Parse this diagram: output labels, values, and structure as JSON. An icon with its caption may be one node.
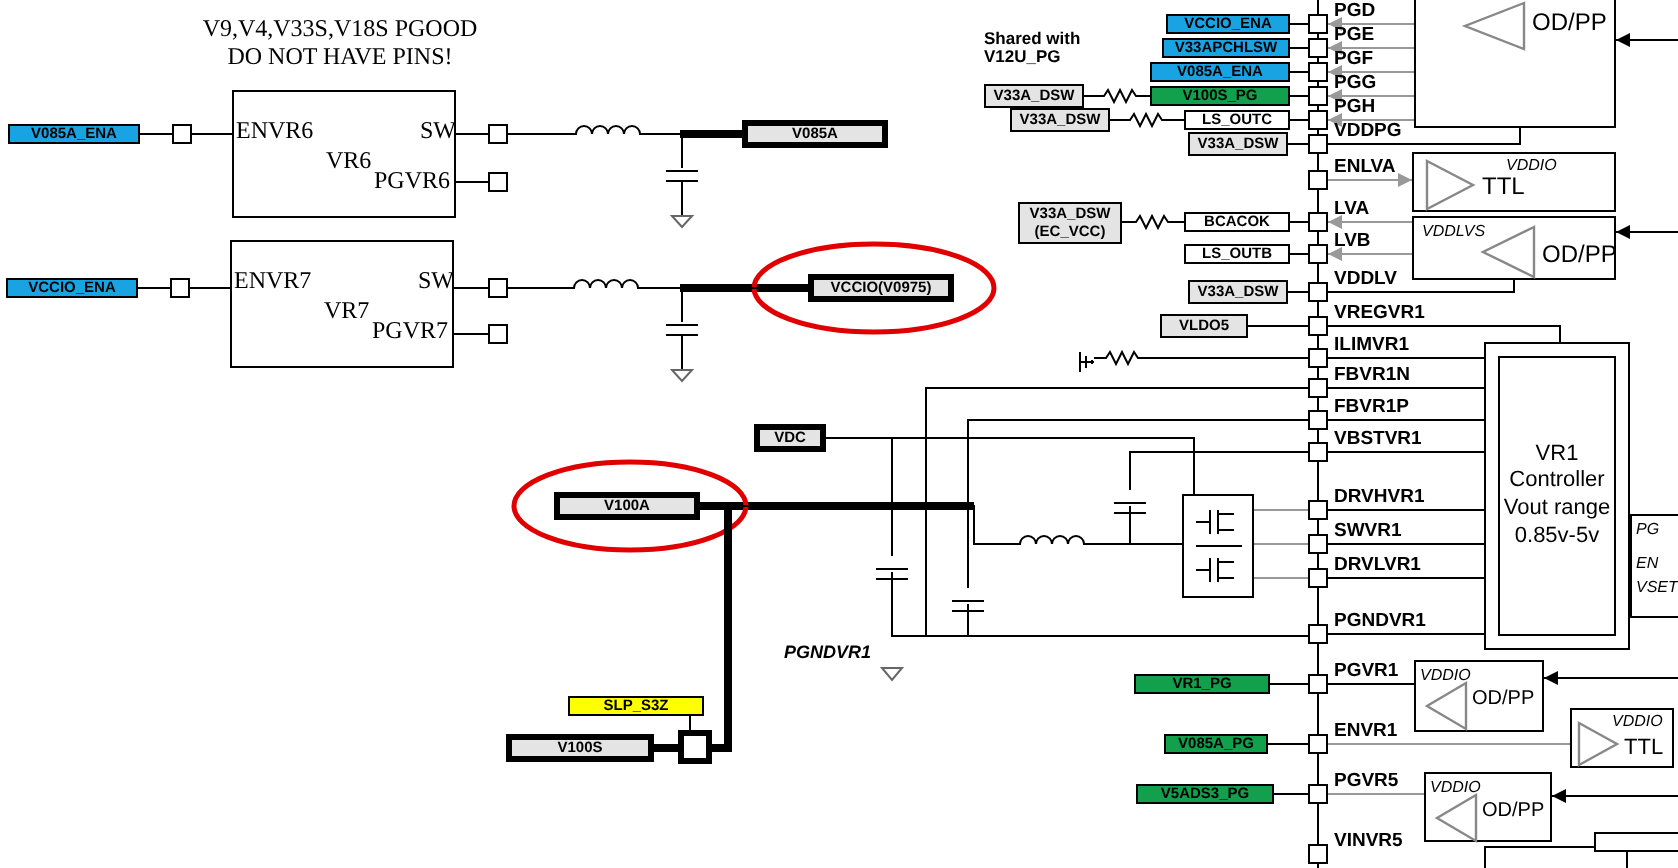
{
  "diagram": {
    "nodes": [
      {
        "text": [
          "ENVR6",
          "VR6",
          "SW",
          "PGVR6"
        ]
      },
      {
        "text": [
          "ENVR7",
          "VR7",
          "SW",
          "PGVR7"
        ]
      },
      {
        "text": [
          "V085A_ENA"
        ]
      },
      {
        "text": [
          "VCCIO_ENA"
        ]
      },
      {
        "text": [],
        "shape": "box"
      },
      {
        "text": [],
        "shape": "box"
      },
      {
        "text": [],
        "shape": "box"
      },
      {
        "text": [],
        "shape": "box"
      },
      {
        "text": [],
        "shape": "box"
      },
      {
        "text": [],
        "shape": "box"
      },
      {
        "text": [
          "V085A"
        ]
      },
      {
        "text": [
          "VCCIO(V0975)"
        ]
      },
      {
        "text": [
          "VDC"
        ]
      },
      {
        "text": [
          "V100A"
        ]
      },
      {
        "text": [
          "SLP_S3Z"
        ]
      },
      {
        "text": [
          "V100S"
        ]
      },
      {
        "text": [],
        "shape": "box"
      },
      {
        "text": [],
        "shape": "box",
        "beside": [
          "PGD"
        ]
      },
      {
        "text": [],
        "shape": "box",
        "beside": [
          "PGE"
        ]
      },
      {
        "text": [],
        "shape": "box",
        "beside": [
          "PGF"
        ]
      },
      {
        "text": [],
        "shape": "box",
        "beside": [
          "PGG"
        ]
      },
      {
        "text": [],
        "shape": "box",
        "beside": [
          "PGH"
        ]
      },
      {
        "text": [],
        "shape": "box",
        "beside": [
          "VDDPG"
        ]
      },
      {
        "text": [],
        "shape": "box",
        "beside": [
          "ENLVA"
        ]
      },
      {
        "text": [],
        "shape": "box",
        "beside": [
          "LVA"
        ]
      },
      {
        "text": [],
        "shape": "box",
        "beside": [
          "LVB"
        ]
      },
      {
        "text": [],
        "shape": "box",
        "beside": [
          "VDDLV"
        ]
      },
      {
        "text": [],
        "shape": "box",
        "beside": [
          "VREGVR1"
        ]
      },
      {
        "text": [],
        "shape": "box",
        "beside": [
          "ILIMVR1"
        ]
      },
      {
        "text": [],
        "shape": "box",
        "beside": [
          "FBVR1N"
        ]
      },
      {
        "text": [],
        "shape": "box",
        "beside": [
          "FBVR1P"
        ]
      },
      {
        "text": [],
        "shape": "box",
        "beside": [
          "VBSTVR1"
        ]
      },
      {
        "text": [],
        "shape": "box",
        "beside": [
          "DRVHVR1"
        ]
      },
      {
        "text": [],
        "shape": "box",
        "beside": [
          "SWVR1"
        ]
      },
      {
        "text": [],
        "shape": "box",
        "beside": [
          "DRVLVR1"
        ]
      },
      {
        "text": [],
        "shape": "box",
        "beside": [
          "PGNDVR1"
        ]
      },
      {
        "text": [],
        "shape": "box",
        "beside": [
          "PGVR1"
        ]
      },
      {
        "text": [],
        "shape": "box",
        "beside": [
          "ENVR1"
        ]
      },
      {
        "text": [],
        "shape": "box",
        "beside": [
          "PGVR5"
        ]
      },
      {
        "text": [],
        "shape": "box",
        "beside": [
          "VINVR5"
        ]
      },
      {
        "text": [
          "VCCIO_ENA"
        ]
      },
      {
        "text": [
          "V33APCHLSW"
        ]
      },
      {
        "text": [
          "V085A_ENA"
        ]
      },
      {
        "text": [
          "V100S_PG"
        ]
      },
      {
        "text": [
          "LS_OUTC"
        ]
      },
      {
        "text": [
          "V33A_DSW"
        ]
      },
      {
        "text": [
          "V33A_DSW"
        ]
      },
      {
        "text": [
          "V33A_DSW"
        ]
      },
      {
        "text": [
          "V33A_DSW (EC_VCC)"
        ]
      },
      {
        "text": [
          "BCACOK"
        ]
      },
      {
        "text": [
          "LS_OUTB"
        ]
      },
      {
        "text": [
          "V33A_DSW"
        ]
      },
      {
        "text": [
          "VLDO5"
        ]
      },
      {
        "text": [
          "VR1_PG"
        ]
      },
      {
        "text": [
          "V085A_PG"
        ]
      },
      {
        "text": [
          "V5ADS3_PG"
        ]
      },
      {
        "text": [
          "OD/PP"
        ]
      },
      {
        "text": [
          "VDDIO",
          "TTL"
        ]
      },
      {
        "text": [
          "VDDLVS",
          "OD/PP"
        ]
      },
      {
        "text": [
          "VR1 Controller Vout range 0.85v-5v"
        ]
      },
      {
        "text": [
          "PG",
          "EN",
          "VSET"
        ]
      },
      {
        "text": [
          "VDDIO",
          "OD/PP"
        ]
      },
      {
        "text": [
          "VDDIO",
          "TTL"
        ]
      },
      {
        "text": [
          "VDDIO",
          "OD/PP"
        ]
      },
      {
        "text": [],
        "shape": "box"
      },
      {
        "text": [],
        "shape": "box"
      },
      {
        "text": [],
        "shape": "picture"
      },
      {
        "text": [],
        "shape": "capacitor"
      },
      {
        "text": [],
        "shape": "capacitor"
      },
      {
        "text": [],
        "shape": "capacitor"
      },
      {
        "text": [],
        "shape": "capacitor"
      },
      {
        "text": [],
        "shape": "capacitor"
      },
      {
        "text": [],
        "shape": "ground"
      }
    ],
    "edges": [
      {
        "from": 2,
        "to": 4,
        "arrow": "none"
      },
      {
        "from": 4,
        "to": 0,
        "arrow": "none"
      },
      {
        "from": 0,
        "to": 5,
        "arrow": "none"
      },
      {
        "from": 0,
        "to": 6,
        "arrow": "none"
      },
      {
        "from": 5,
        "to": 10,
        "arrow": "none"
      },
      {
        "from": 3,
        "to": 7,
        "arrow": "none"
      },
      {
        "from": 7,
        "to": 1,
        "arrow": "none"
      },
      {
        "from": 1,
        "to": 8,
        "arrow": "none"
      },
      {
        "from": 1,
        "to": 9,
        "arrow": "none"
      },
      {
        "from": 8,
        "to": 11,
        "arrow": "none"
      },
      {
        "from": 15,
        "to": 16,
        "arrow": "none",
        "style": "thick"
      },
      {
        "from": 16,
        "to": 13,
        "arrow": "none",
        "style": "thick"
      },
      {
        "from": 14,
        "to": 16,
        "arrow": "none"
      },
      {
        "from": 13,
        "to": 66,
        "arrow": "none"
      },
      {
        "from": 66,
        "to": 33,
        "arrow": "none",
        "color": "#999999"
      },
      {
        "from": 32,
        "to": 66,
        "arrow": "none",
        "color": "#999999"
      },
      {
        "from": 34,
        "to": 66,
        "arrow": "none",
        "color": "#999999"
      },
      {
        "from": 12,
        "to": 66,
        "arrow": "none"
      },
      {
        "from": 40,
        "to": 17,
        "arrow": "none"
      },
      {
        "from": 41,
        "to": 18,
        "arrow": "none"
      },
      {
        "from": 42,
        "to": 19,
        "arrow": "none"
      },
      {
        "from": 43,
        "to": 20,
        "arrow": "none"
      },
      {
        "from": 44,
        "to": 21,
        "arrow": "none"
      },
      {
        "from": 47,
        "to": 22,
        "arrow": "none"
      },
      {
        "from": 45,
        "to": 43,
        "arrow": "none"
      },
      {
        "from": 46,
        "to": 44,
        "arrow": "none"
      },
      {
        "from": 56,
        "to": 17,
        "arrow": "to",
        "color": "#999999"
      },
      {
        "from": 56,
        "to": 18,
        "arrow": "to",
        "color": "#999999"
      },
      {
        "from": 56,
        "to": 19,
        "arrow": "to",
        "color": "#999999"
      },
      {
        "from": 56,
        "to": 20,
        "arrow": "to",
        "color": "#999999"
      },
      {
        "from": 56,
        "to": 21,
        "arrow": "to",
        "color": "#999999"
      },
      {
        "from": 22,
        "to": 56,
        "arrow": "none"
      },
      {
        "from": 23,
        "to": 57,
        "arrow": "to",
        "color": "#999999"
      },
      {
        "from": 58,
        "to": 24,
        "arrow": "to",
        "color": "#999999"
      },
      {
        "from": 58,
        "to": 25,
        "arrow": "to",
        "color": "#999999"
      },
      {
        "from": 26,
        "to": 58,
        "arrow": "none"
      },
      {
        "from": 48,
        "to": 49,
        "arrow": "none"
      },
      {
        "from": 49,
        "to": 24,
        "arrow": "none"
      },
      {
        "from": 50,
        "to": 25,
        "arrow": "none"
      },
      {
        "from": 51,
        "to": 26,
        "arrow": "none"
      },
      {
        "from": 52,
        "to": 27,
        "arrow": "none"
      },
      {
        "from": 27,
        "to": 59,
        "arrow": "none"
      },
      {
        "from": 28,
        "to": 59,
        "arrow": "none"
      },
      {
        "from": 29,
        "to": 59,
        "arrow": "none"
      },
      {
        "from": 30,
        "to": 59,
        "arrow": "none"
      },
      {
        "from": 31,
        "to": 59,
        "arrow": "none"
      },
      {
        "from": 32,
        "to": 59,
        "arrow": "none"
      },
      {
        "from": 33,
        "to": 59,
        "arrow": "none"
      },
      {
        "from": 34,
        "to": 59,
        "arrow": "none"
      },
      {
        "from": 35,
        "to": 59,
        "arrow": "none"
      },
      {
        "from": 53,
        "to": 36,
        "arrow": "none"
      },
      {
        "from": 36,
        "to": 61,
        "arrow": "none"
      },
      {
        "from": null,
        "to": 61,
        "arrow": "to"
      },
      {
        "from": 54,
        "to": 37,
        "arrow": "none"
      },
      {
        "from": 37,
        "to": 62,
        "arrow": "none",
        "color": "#999999"
      },
      {
        "from": 55,
        "to": 38,
        "arrow": "none"
      },
      {
        "from": 38,
        "to": 63,
        "arrow": "none",
        "color": "#999999"
      },
      {
        "from": null,
        "to": 63,
        "arrow": "to"
      },
      {
        "from": null,
        "to": 56,
        "arrow": "to"
      },
      {
        "from": null,
        "to": 58,
        "arrow": "to"
      },
      {
        "from": 10,
        "to": 67,
        "arrow": "none"
      },
      {
        "from": 11,
        "to": 68,
        "arrow": "none"
      },
      {
        "from": 12,
        "to": 69,
        "arrow": "none"
      },
      {
        "from": 69,
        "to": 35,
        "arrow": "none"
      },
      {
        "from": 13,
        "to": 70,
        "arrow": "none"
      },
      {
        "from": 70,
        "to": 35,
        "arrow": "none"
      },
      {
        "from": 31,
        "to": 71,
        "arrow": "none"
      },
      {
        "from": 71,
        "to": 66,
        "arrow": "none"
      },
      {
        "from": 72,
        "to": 28,
        "arrow": "none"
      },
      {
        "from": 30,
        "to": 13,
        "arrow": "none"
      },
      {
        "from": 29,
        "to": 35,
        "arrow": "none"
      }
    ],
    "labels": [
      "V9,V4,V33S,V18S PGOOD DO NOT HAVE PINS!",
      "Shared with V12U_PG",
      "PGNDVR1"
    ]
  }
}
